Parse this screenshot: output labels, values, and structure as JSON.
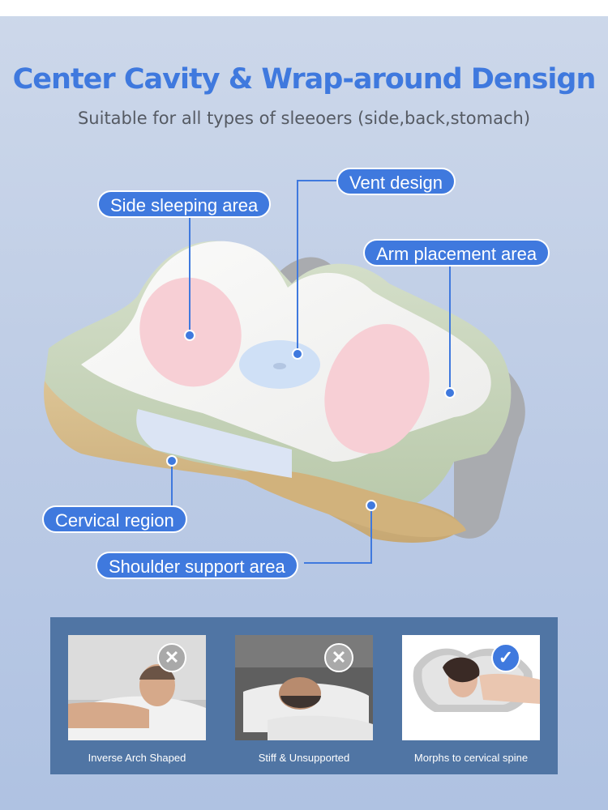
{
  "header": {
    "title": "Center Cavity &  Wrap-around Densign",
    "subtitle": "Suitable for all types of sleeoers (side,back,stomach)"
  },
  "labels": {
    "side_sleeping": "Side sleeping area",
    "vent": "Vent design",
    "arm_placement": "Arm placement area",
    "cervical": "Cervical region",
    "shoulder": "Shoulder support area"
  },
  "comparison": [
    {
      "caption": "Inverse Arch Shaped",
      "badge": "✕",
      "status": "bad"
    },
    {
      "caption": "Stiff & Unsupported",
      "badge": "✕",
      "status": "bad"
    },
    {
      "caption": "Morphs to cervical spine",
      "badge": "✓",
      "status": "good"
    }
  ],
  "colors": {
    "accent": "#3f79de",
    "panel": "#5075a4",
    "bad_badge": "#a9a9a9",
    "good_badge": "#3f79de",
    "pillow_green": "#c9d6bd",
    "pillow_tan": "#d4b987",
    "pillow_white": "#f3f3f1",
    "pad_pink": "#f7cfd5",
    "pad_blue": "#cfe0f6"
  }
}
